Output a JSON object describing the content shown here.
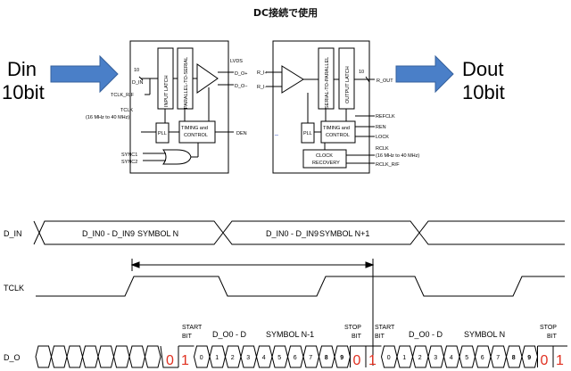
{
  "title": "DC接続で使用",
  "left": {
    "signal": "Din",
    "width": "10bit"
  },
  "right": {
    "signal": "Dout",
    "width": "10bit"
  },
  "colors": {
    "arrow_fill": "#4a7fc8",
    "arrow_stroke": "#35609c",
    "bit_highlight": "#e03020",
    "line": "#000000"
  },
  "serializer": {
    "in_bus": "10",
    "din": "D_IN",
    "tclk_rf": "TCLK_R/F",
    "tclk": "TCLK",
    "tclk_freq": "(16 MHz to 40 MHz)",
    "sync1": "SYNC1",
    "sync2": "SYNC2",
    "input_latch": "INPUT LATCH",
    "p2s": "PARALLEL-TO-SERIAL",
    "pll": "PLL",
    "timing": [
      "TIMING and",
      "CONTROL"
    ],
    "lvds": "LVDS",
    "do_plus": "D_O+",
    "do_minus": "D_O−",
    "den": "DEN"
  },
  "deserializer": {
    "ri_plus": "R_I+",
    "ri_minus": "R_I−",
    "s2p": "SERIAL-TO-PARALLEL",
    "output_latch": "OUTPUT LATCH",
    "out_bus": "10",
    "rout": "R_OUT",
    "pll": "PLL",
    "timing": [
      "TIMING and",
      "CONTROL"
    ],
    "clock_recovery": [
      "CLOCK",
      "RECOVERY"
    ],
    "refclk": "REFCLK",
    "ren": "REN",
    "lock": "LOCK",
    "rclk": "RCLK",
    "rclk_freq": "(16 MHz to 40 MHz)",
    "rclk_rf": "RCLK_R/F",
    "dash": "_"
  },
  "timing": {
    "din_label": "D_IN",
    "din_sym1_range": "D_IN0 - D_IN9",
    "din_sym1": "SYMBOL N",
    "din_sym2_range": "D_IN0 - D_IN9",
    "din_sym2": "SYMBOL N+1",
    "tclk_label": "TCLK",
    "do_label": "D_O",
    "start_bit": [
      "START",
      "BIT"
    ],
    "stop_bit": [
      "STOP",
      "BIT"
    ],
    "do_range": "D_O0 - D",
    "do_sym1": "SYMBOL N-1",
    "do_sym2": "SYMBOL N",
    "start_val": "1",
    "stop_val": "0",
    "bits": [
      "0",
      "1",
      "2",
      "3",
      "4",
      "5",
      "6",
      "7",
      "8",
      "9"
    ]
  }
}
